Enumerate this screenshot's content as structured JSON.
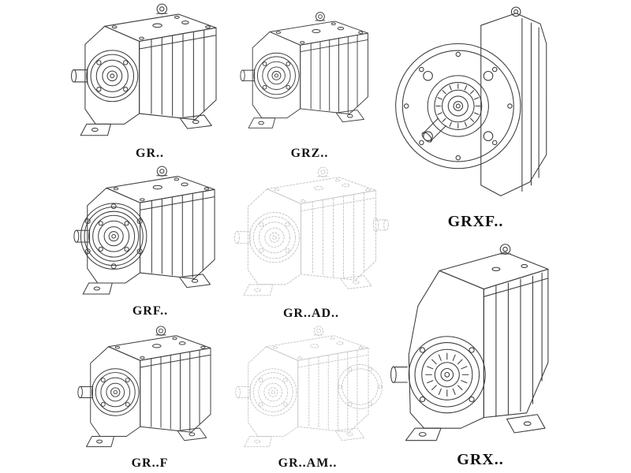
{
  "page": {
    "background": "#ffffff",
    "line_color": "#3c3c3c",
    "faint_line_color": "#c3c3c3",
    "label_color": "#111111"
  },
  "figures": [
    {
      "id": "gr",
      "label": "GR.."
    },
    {
      "id": "grz",
      "label": "GRZ.."
    },
    {
      "id": "grxf",
      "label": "GRXF.."
    },
    {
      "id": "grf",
      "label": "GRF.."
    },
    {
      "id": "gr-ad",
      "label": "GR..AD.."
    },
    {
      "id": "gr-f",
      "label": "GR..F"
    },
    {
      "id": "gr-am",
      "label": "GR..AM.."
    },
    {
      "id": "grx",
      "label": "GRX.."
    }
  ]
}
